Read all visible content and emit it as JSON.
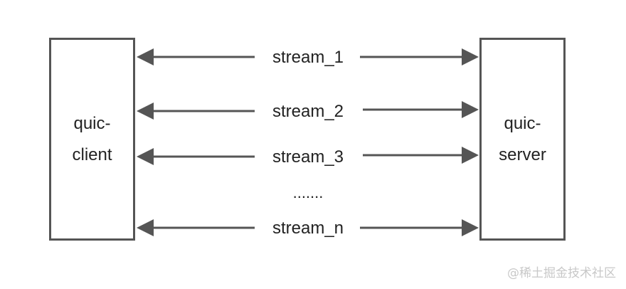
{
  "nodes": {
    "client": {
      "line1": "quic-",
      "line2": "client"
    },
    "server": {
      "line1": "quic-",
      "line2": "server"
    }
  },
  "streams": [
    {
      "label": "stream_1"
    },
    {
      "label": "stream_2"
    },
    {
      "label": "stream_3"
    },
    {
      "label": "stream_n"
    }
  ],
  "ellipsis": ".......",
  "watermark": "@稀土掘金技术社区",
  "colors": {
    "stroke": "#555555",
    "text": "#222222",
    "watermark": "#c8c8c8"
  }
}
